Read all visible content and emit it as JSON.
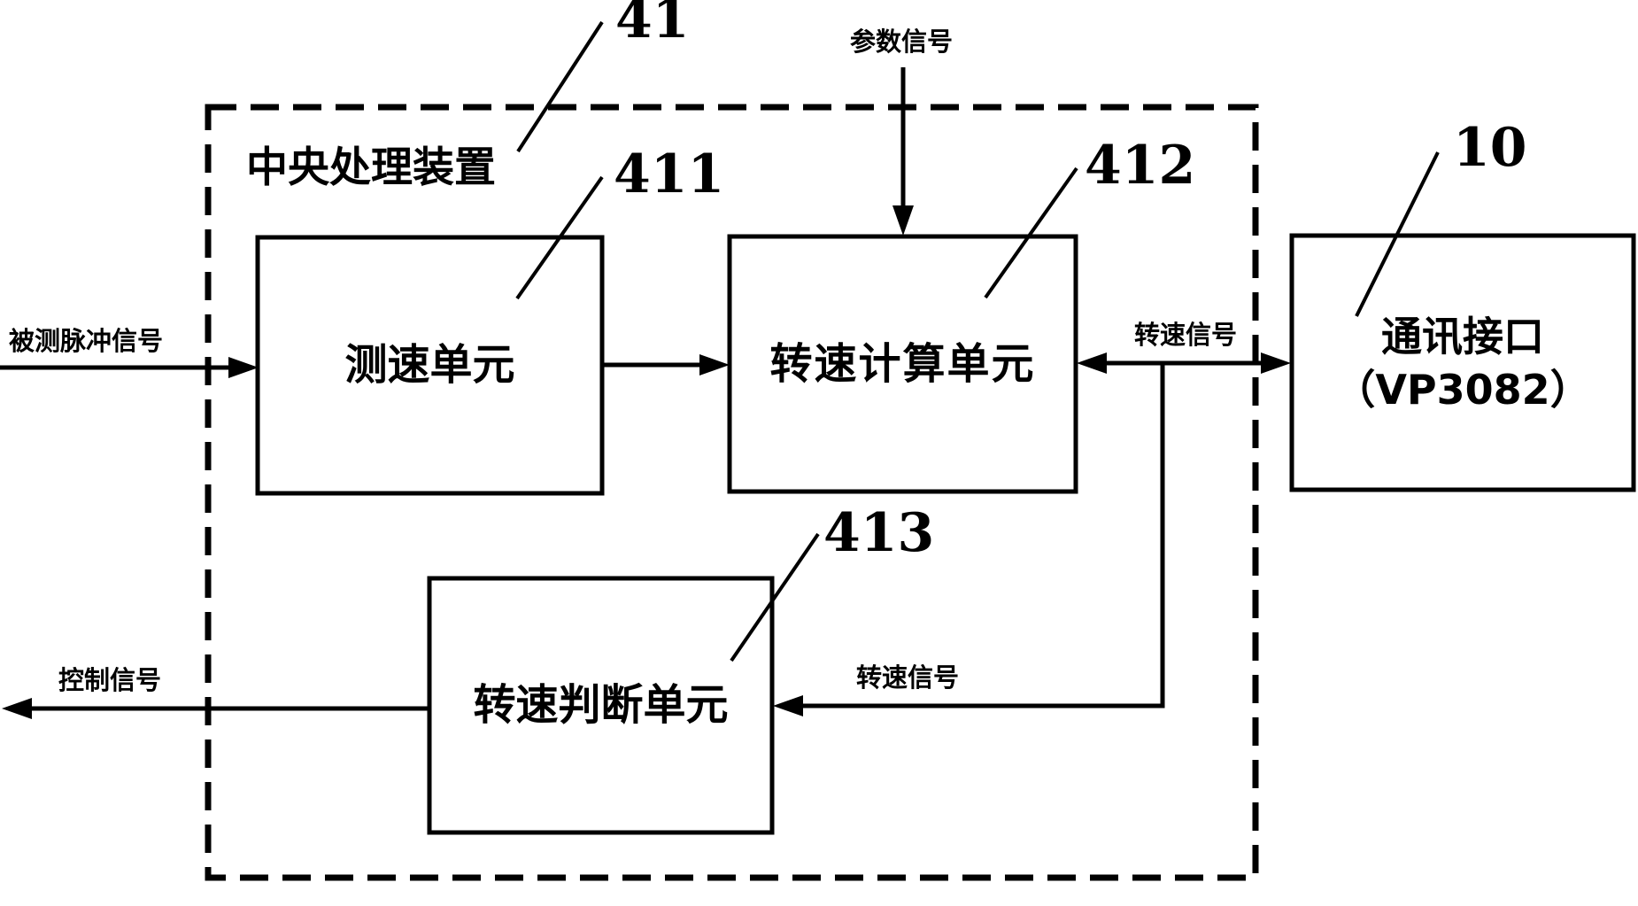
{
  "diagram": {
    "container": {
      "label": "中央处理装置",
      "ref": "41"
    },
    "blocks": {
      "b411": {
        "label": "测速单元",
        "ref": "411"
      },
      "b412": {
        "label": "转速计算单元",
        "ref": "412"
      },
      "b413": {
        "label": "转速判断单元",
        "ref": "413"
      },
      "b10": {
        "label_line1": "通讯接口",
        "label_line2": "（VP3082）",
        "ref": "10"
      }
    },
    "signals": {
      "pulse_input": "被测脉冲信号",
      "parameter": "参数信号",
      "speed_between": "转速信号",
      "speed_to_judge": "转速信号",
      "control_output": "控制信号"
    },
    "colors": {
      "stroke": "#000000",
      "background": "#ffffff"
    }
  }
}
